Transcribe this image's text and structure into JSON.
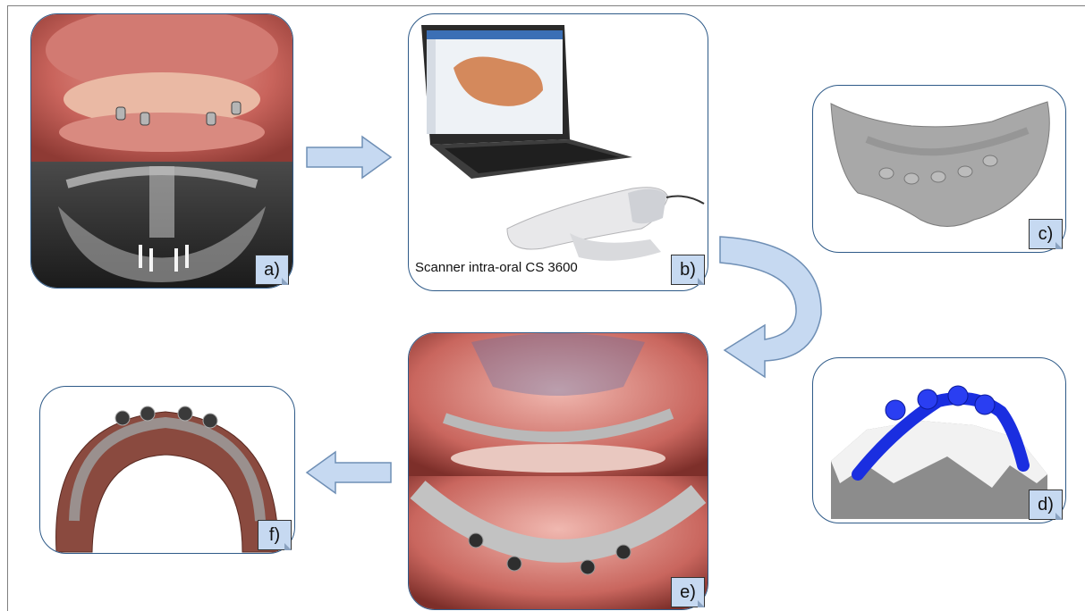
{
  "panels": {
    "a": {
      "label": "a)"
    },
    "b": {
      "label": "b)",
      "caption": "Scanner intra-oral CS 3600"
    },
    "c": {
      "label": "c)"
    },
    "d": {
      "label": "d)"
    },
    "e": {
      "label": "e)"
    },
    "f": {
      "label": "f)"
    }
  },
  "colors": {
    "panel_border": "#2e5a88",
    "label_fill": "#c6d9f1",
    "arrow_fill": "#c6d9f1",
    "arrow_stroke": "#6f8fb5",
    "framework_blue": "#1a2ee0"
  }
}
